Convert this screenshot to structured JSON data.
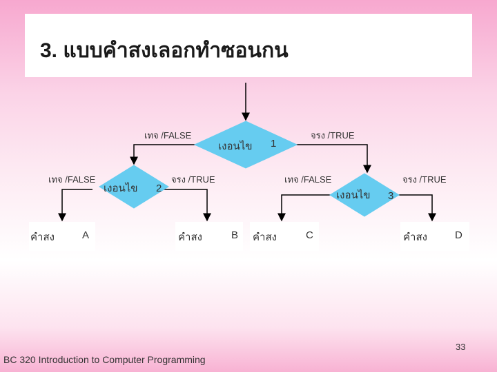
{
  "slide": {
    "title": "3. แบบคำสงเลอกทำซอนกน",
    "footer": "BC 320 Introduction to Computer Programming",
    "page_number": "33"
  },
  "diagram": {
    "condition1": {
      "text": "เงอนไข",
      "number": "1",
      "false_label": "เทจ /FALSE",
      "true_label": "จรง /TRUE"
    },
    "condition2": {
      "text": "เงอนไข",
      "number": "2",
      "false_label": "เทจ /FALSE",
      "true_label": "จรง /TRUE"
    },
    "condition3": {
      "text": "เงอนไข",
      "number": "3",
      "false_label": "เทจ /FALSE",
      "true_label": "จรง /TRUE"
    },
    "statements": [
      {
        "text": "คำสง",
        "letter": "A"
      },
      {
        "text": "คำสง",
        "letter": "B"
      },
      {
        "text": "คำสง",
        "letter": "C"
      },
      {
        "text": "คำสง",
        "letter": "D"
      }
    ]
  },
  "colors": {
    "diamond_fill": "#66ccf0",
    "line": "#000000",
    "background_top": "#f7a8cf"
  }
}
